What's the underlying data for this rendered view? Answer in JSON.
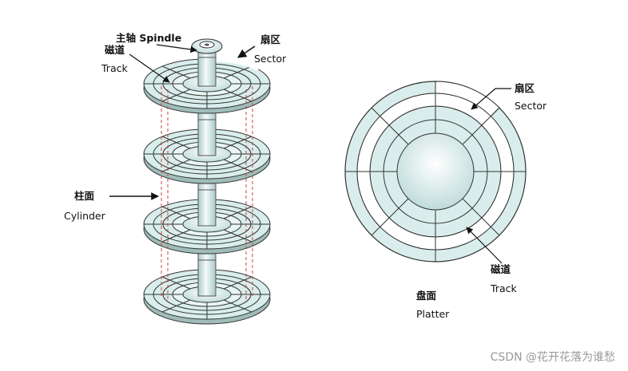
{
  "labels": {
    "spindle": "主轴 Spindle",
    "track_cn_left": "磁道",
    "track_en_left": "Track",
    "sector_cn_left": "扇区",
    "sector_en_left": "Sector",
    "cylinder_cn": "柱面",
    "cylinder_en": "Cylinder",
    "sector_cn_right": "扇区",
    "sector_en_right": "Sector",
    "track_cn_right": "磁道",
    "track_en_right": "Track",
    "platter_cn": "盘面",
    "platter_en": "Platter"
  },
  "watermark": "CSDN @花开花落为谁愁",
  "colors": {
    "platter_fill": "#d9eeec",
    "platter_stroke": "#333333",
    "highlight": "#ffffff",
    "cylinder_dash": "#d04040",
    "watermark": "#9a9a9a"
  }
}
